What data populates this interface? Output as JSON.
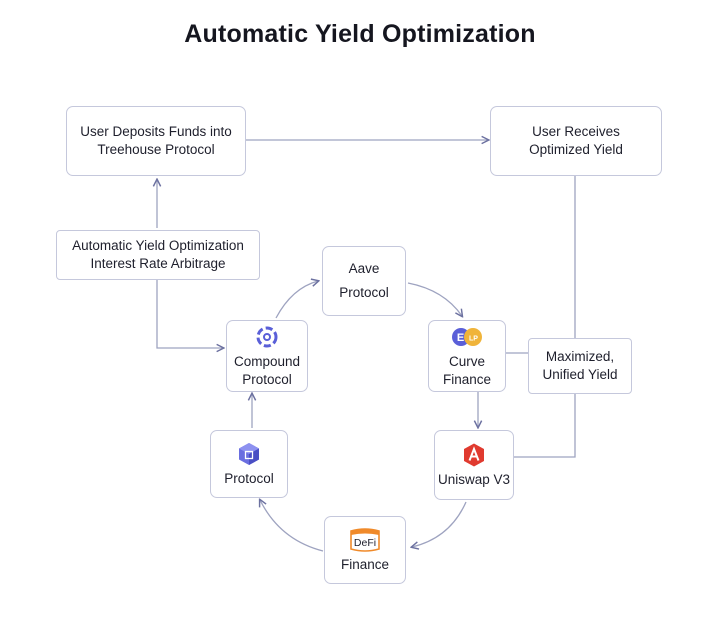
{
  "title": "Automatic Yield Optimization",
  "nodes": {
    "deposit": {
      "line1": "User Deposits Funds into",
      "line2": "Treehouse Protocol"
    },
    "receive": {
      "line1": "User Receives",
      "line2": "Optimized Yield"
    },
    "arbitrage": {
      "line1": "Automatic Yield Optimization",
      "line2": "Interest Rate Arbitrage"
    },
    "aave": {
      "line1": "Aave",
      "line2": "Protocol"
    },
    "compound": {
      "line1": "Compound",
      "line2": "Protocol",
      "icon": "compound-ring-icon"
    },
    "curve": {
      "line1": "Curve",
      "line2": "Finance",
      "icon": "curve-coins-icon",
      "coin_a": "E",
      "coin_b": "LP"
    },
    "maximized": {
      "line1": "Maximized,",
      "line2": "Unified Yield"
    },
    "protocol": {
      "label": "Protocol",
      "icon": "cube-icon"
    },
    "uniswap": {
      "label": "Uniswap V3",
      "icon": "uniswap-hexagon-icon"
    },
    "defi": {
      "label": "Finance",
      "icon": "defi-badge-icon",
      "badge": "DeFi"
    }
  },
  "colors": {
    "border": "#c5c8dc",
    "connector": "#9ea3c0",
    "arrow": "#6c71a0",
    "accent_blue": "#5a5fd8",
    "uniswap_red": "#e03a2f",
    "defi_orange": "#f08a2a"
  }
}
